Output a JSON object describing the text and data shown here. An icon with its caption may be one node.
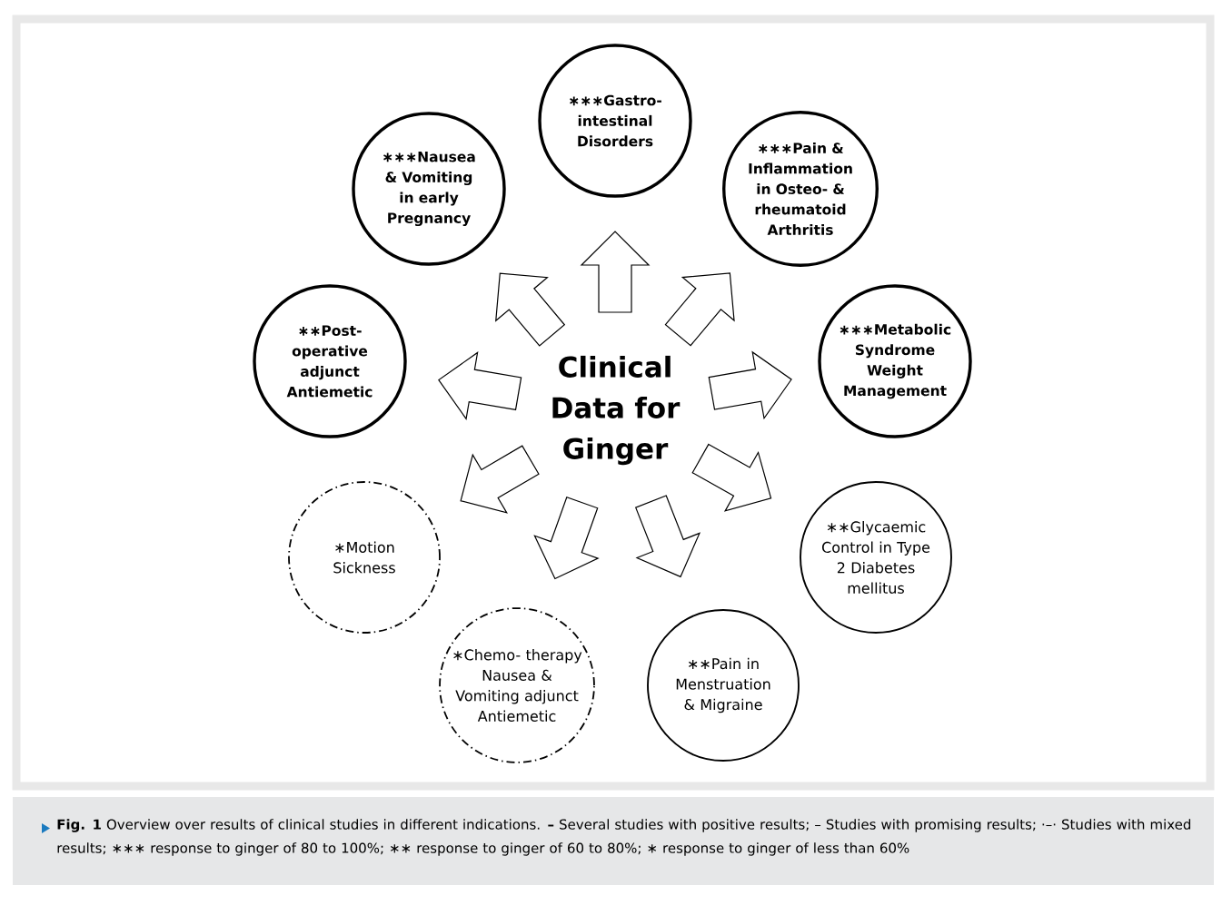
{
  "diagram": {
    "caption": "**Fig. 1** Overview over results of clinical studies in different indications. **–** Several studies with positive results; – Studies with promising results; ·–· Studies with mixed results; ∗∗∗ response to ginger of 80 to 100%; ∗∗ response to ginger of 60 to 80%; ∗ response to ginger of less than 60%",
    "nodes": [
      {
        "text": [
          "Clinical Data for Ginger"
        ]
      },
      {
        "text": [
          "∗∗∗Gastro- intestinal Disorders"
        ]
      },
      {
        "text": [
          "∗∗∗Nausea & Vomiting in early Pregnancy"
        ]
      },
      {
        "text": [
          "∗∗∗Pain & Inflammation in Osteo- & rheumatoid Arthritis"
        ]
      },
      {
        "text": [
          "∗∗Post- operative adjunct Antiemetic"
        ]
      },
      {
        "text": [
          "∗∗∗Metabolic Syndrome Weight Management"
        ]
      },
      {
        "text": [
          "∗Motion Sickness"
        ]
      },
      {
        "text": [
          "∗∗Glycaemic Control in Type 2 Diabetes mellitus"
        ]
      },
      {
        "text": [
          "∗Chemo- therapy Nausea & Vomiting adjunct Antiemetic"
        ]
      },
      {
        "text": [
          "∗∗Pain in Menstruation & Migraine"
        ]
      }
    ],
    "edges": [
      {
        "from": 0,
        "to": 1,
        "arrow": "to"
      },
      {
        "from": 0,
        "to": 2,
        "arrow": "to"
      },
      {
        "from": 0,
        "to": 3,
        "arrow": "to"
      },
      {
        "from": 0,
        "to": 4,
        "arrow": "to"
      },
      {
        "from": 0,
        "to": 5,
        "arrow": "to"
      },
      {
        "from": 0,
        "to": 6,
        "arrow": "to"
      },
      {
        "from": 0,
        "to": 7,
        "arrow": "to"
      },
      {
        "from": 0,
        "to": 8,
        "arrow": "to"
      },
      {
        "from": 0,
        "to": 9,
        "arrow": "to"
      }
    ]
  }
}
